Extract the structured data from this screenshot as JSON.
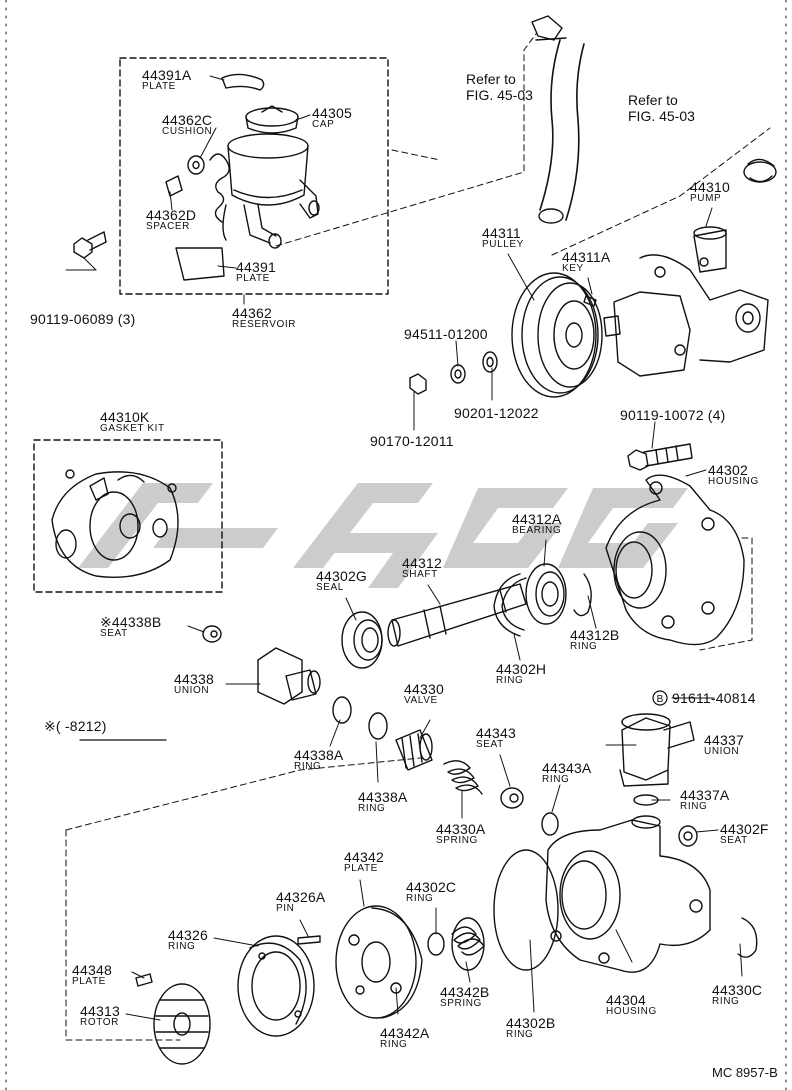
{
  "diagram": {
    "figure_code": "MC 8957-B",
    "refs": {
      "fig_a": "Refer to\nFIG. 45-03",
      "fig_b": "Refer to\nFIG. 45-03"
    },
    "footnote": "※(      -8212)",
    "legend_b": "91611-40814",
    "colors": {
      "ink": "#111111",
      "watermark": "#c4c4c4",
      "paper": "#ffffff"
    },
    "parts": [
      {
        "id": "p44391a",
        "num": "44391A",
        "name": "PLATE"
      },
      {
        "id": "p44362c",
        "num": "44362C",
        "name": "CUSHION"
      },
      {
        "id": "p44305",
        "num": "44305",
        "name": "CAP"
      },
      {
        "id": "p44362d",
        "num": "44362D",
        "name": "SPACER"
      },
      {
        "id": "p44391",
        "num": "44391",
        "name": "PLATE"
      },
      {
        "id": "p44362",
        "num": "44362",
        "name": "RESERVOIR"
      },
      {
        "id": "p90119a",
        "num": "90119-06089 (3)",
        "name": ""
      },
      {
        "id": "p44311",
        "num": "44311",
        "name": "PULLEY"
      },
      {
        "id": "p44311a",
        "num": "44311A",
        "name": "KEY"
      },
      {
        "id": "p44310",
        "num": "44310",
        "name": "PUMP"
      },
      {
        "id": "p94511",
        "num": "94511-01200",
        "name": ""
      },
      {
        "id": "p90201",
        "num": "90201-12022",
        "name": ""
      },
      {
        "id": "p90170",
        "num": "90170-12011",
        "name": ""
      },
      {
        "id": "p90119b",
        "num": "90119-10072 (4)",
        "name": ""
      },
      {
        "id": "p44310k",
        "num": "44310K",
        "name": "GASKET KIT"
      },
      {
        "id": "p44302",
        "num": "44302",
        "name": "HOUSING"
      },
      {
        "id": "p44312a",
        "num": "44312A",
        "name": "BEARING"
      },
      {
        "id": "p44312",
        "num": "44312",
        "name": "SHAFT"
      },
      {
        "id": "p44302g",
        "num": "44302G",
        "name": "SEAL"
      },
      {
        "id": "p44338b",
        "num": "※44338B",
        "name": "SEAT"
      },
      {
        "id": "p44312b",
        "num": "44312B",
        "name": "RING"
      },
      {
        "id": "p44302h",
        "num": "44302H",
        "name": "RING"
      },
      {
        "id": "p44338",
        "num": "44338",
        "name": "UNION"
      },
      {
        "id": "p44330",
        "num": "44330",
        "name": "VALVE"
      },
      {
        "id": "p44337",
        "num": "44337",
        "name": "UNION"
      },
      {
        "id": "p44343",
        "num": "44343",
        "name": "SEAT"
      },
      {
        "id": "p44338a1",
        "num": "44338A",
        "name": "RING"
      },
      {
        "id": "p44343a",
        "num": "44343A",
        "name": "RING"
      },
      {
        "id": "p44338a2",
        "num": "44338A",
        "name": "RING"
      },
      {
        "id": "p44337a",
        "num": "44337A",
        "name": "RING"
      },
      {
        "id": "p44330a",
        "num": "44330A",
        "name": "SPRING"
      },
      {
        "id": "p44302f",
        "num": "44302F",
        "name": "SEAT"
      },
      {
        "id": "p44342",
        "num": "44342",
        "name": "PLATE"
      },
      {
        "id": "p44302c",
        "num": "44302C",
        "name": "RING"
      },
      {
        "id": "p44326a",
        "num": "44326A",
        "name": "PIN"
      },
      {
        "id": "p44326",
        "num": "44326",
        "name": "RING"
      },
      {
        "id": "p44348",
        "num": "44348",
        "name": "PLATE"
      },
      {
        "id": "p44342b",
        "num": "44342B",
        "name": "SPRING"
      },
      {
        "id": "p44313",
        "num": "44313",
        "name": "ROTOR"
      },
      {
        "id": "p44304",
        "num": "44304",
        "name": "HOUSING"
      },
      {
        "id": "p44330c",
        "num": "44330C",
        "name": "RING"
      },
      {
        "id": "p44302b",
        "num": "44302B",
        "name": "RING"
      },
      {
        "id": "p44342a",
        "num": "44342A",
        "name": "RING"
      }
    ]
  }
}
